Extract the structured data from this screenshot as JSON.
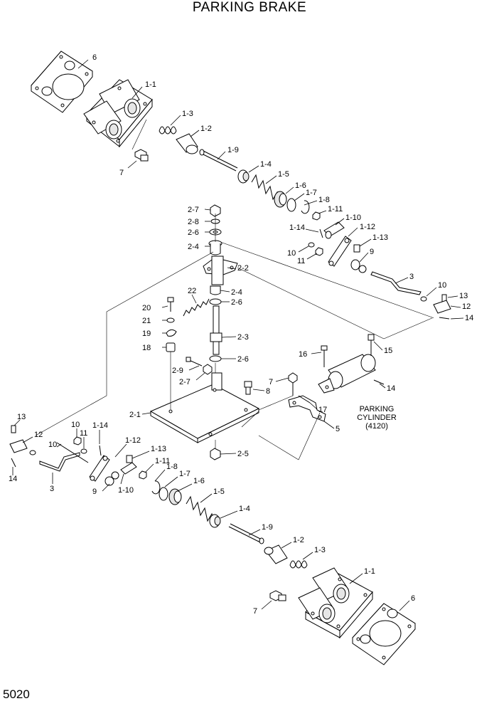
{
  "title": "PARKING BRAKE",
  "page_number": "5020",
  "cylinder_note": {
    "line1": "PARKING",
    "line2": "CYLINDER",
    "line3": "(4120)"
  },
  "callouts": [
    {
      "id": "c-6a",
      "text": "6"
    },
    {
      "id": "c-1-1a",
      "text": "1-1"
    },
    {
      "id": "c-1-3a",
      "text": "1-3"
    },
    {
      "id": "c-1-2a",
      "text": "1-2"
    },
    {
      "id": "c-7a",
      "text": "7"
    },
    {
      "id": "c-1-9a",
      "text": "1-9"
    },
    {
      "id": "c-1-4a",
      "text": "1-4"
    },
    {
      "id": "c-1-5a",
      "text": "1-5"
    },
    {
      "id": "c-1-6a",
      "text": "1-6"
    },
    {
      "id": "c-1-7a",
      "text": "1-7"
    },
    {
      "id": "c-1-8a",
      "text": "1-8"
    },
    {
      "id": "c-1-11a",
      "text": "1-11"
    },
    {
      "id": "c-1-10a",
      "text": "1-10"
    },
    {
      "id": "c-1-14a",
      "text": "1-14"
    },
    {
      "id": "c-1-12a",
      "text": "1-12"
    },
    {
      "id": "c-1-13a",
      "text": "1-13"
    },
    {
      "id": "c-10a",
      "text": "10"
    },
    {
      "id": "c-11a",
      "text": "11"
    },
    {
      "id": "c-9a",
      "text": "9"
    },
    {
      "id": "c-3a",
      "text": "3"
    },
    {
      "id": "c-10b",
      "text": "10"
    },
    {
      "id": "c-13a",
      "text": "13"
    },
    {
      "id": "c-12a",
      "text": "12"
    },
    {
      "id": "c-14a",
      "text": "14"
    },
    {
      "id": "c-2-7a",
      "text": "2-7"
    },
    {
      "id": "c-2-8",
      "text": "2-8"
    },
    {
      "id": "c-2-6a",
      "text": "2-6"
    },
    {
      "id": "c-2-4a",
      "text": "2-4"
    },
    {
      "id": "c-2-2",
      "text": "2-2"
    },
    {
      "id": "c-22",
      "text": "22"
    },
    {
      "id": "c-2-4b",
      "text": "2-4"
    },
    {
      "id": "c-2-6b",
      "text": "2-6"
    },
    {
      "id": "c-20",
      "text": "20"
    },
    {
      "id": "c-21",
      "text": "21"
    },
    {
      "id": "c-19",
      "text": "19"
    },
    {
      "id": "c-2-3",
      "text": "2-3"
    },
    {
      "id": "c-18",
      "text": "18"
    },
    {
      "id": "c-2-6c",
      "text": "2-6"
    },
    {
      "id": "c-2-9",
      "text": "2-9"
    },
    {
      "id": "c-2-7b",
      "text": "2-7"
    },
    {
      "id": "c-16",
      "text": "16"
    },
    {
      "id": "c-15",
      "text": "15"
    },
    {
      "id": "c-14b",
      "text": "14"
    },
    {
      "id": "c-7b",
      "text": "7"
    },
    {
      "id": "c-8",
      "text": "8"
    },
    {
      "id": "c-17",
      "text": "17"
    },
    {
      "id": "c-5",
      "text": "5"
    },
    {
      "id": "c-2-1",
      "text": "2-1"
    },
    {
      "id": "c-2-5",
      "text": "2-5"
    },
    {
      "id": "c-13b",
      "text": "13"
    },
    {
      "id": "c-12b",
      "text": "12"
    },
    {
      "id": "c-14c",
      "text": "14"
    },
    {
      "id": "c-10c",
      "text": "10"
    },
    {
      "id": "c-11b",
      "text": "11"
    },
    {
      "id": "c-1-14b",
      "text": "1-14"
    },
    {
      "id": "c-10d",
      "text": "10"
    },
    {
      "id": "c-3b",
      "text": "3"
    },
    {
      "id": "c-1-12b",
      "text": "1-12"
    },
    {
      "id": "c-1-13b",
      "text": "1-13"
    },
    {
      "id": "c-1-11b",
      "text": "1-11"
    },
    {
      "id": "c-1-8b",
      "text": "1-8"
    },
    {
      "id": "c-1-7b",
      "text": "1-7"
    },
    {
      "id": "c-1-6b",
      "text": "1-6"
    },
    {
      "id": "c-9b",
      "text": "9"
    },
    {
      "id": "c-1-10b",
      "text": "1-10"
    },
    {
      "id": "c-1-5b",
      "text": "1-5"
    },
    {
      "id": "c-1-4b",
      "text": "1-4"
    },
    {
      "id": "c-1-9b",
      "text": "1-9"
    },
    {
      "id": "c-1-2b",
      "text": "1-2"
    },
    {
      "id": "c-1-3b",
      "text": "1-3"
    },
    {
      "id": "c-1-1b",
      "text": "1-1"
    },
    {
      "id": "c-6b",
      "text": "6"
    },
    {
      "id": "c-7c",
      "text": "7"
    }
  ]
}
